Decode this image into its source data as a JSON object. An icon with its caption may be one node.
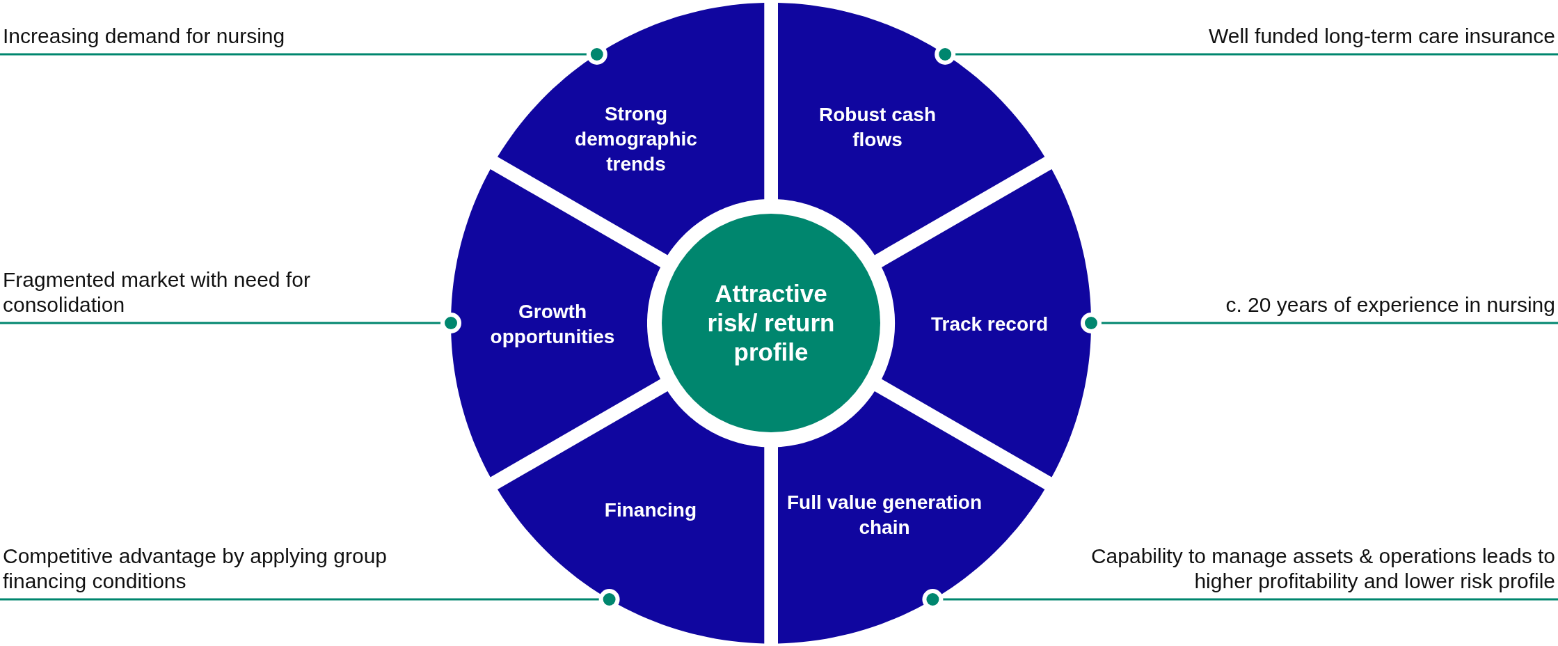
{
  "diagram": {
    "nodes": [
      {
        "text": [
          "Attractive risk/ return profile"
        ]
      },
      {
        "text": [
          "Strong demographic trends"
        ]
      },
      {
        "text": [
          "Robust cash flows"
        ]
      },
      {
        "text": [
          "Growth opportunities"
        ]
      },
      {
        "text": [
          "Track record"
        ]
      },
      {
        "text": [
          "Financing"
        ]
      },
      {
        "text": [
          "Full value generation chain"
        ]
      },
      {
        "text": [
          "Increasing demand for nursing"
        ]
      },
      {
        "text": [
          "Well funded long-term care insurance"
        ]
      },
      {
        "text": [
          "Fragmented market with need for consolidation"
        ]
      },
      {
        "text": [
          "c. 20 years of experience in nursing"
        ]
      },
      {
        "text": [
          "Competitive advantage by applying group financing conditions"
        ]
      },
      {
        "text": [
          "Capability to manage assets & operations leads to higher profitability and lower risk profile"
        ]
      }
    ],
    "edges": [
      {
        "from": 7,
        "to": 1,
        "arrow": "other"
      },
      {
        "from": 8,
        "to": 2,
        "arrow": "other"
      },
      {
        "from": 9,
        "to": 3,
        "arrow": "other"
      },
      {
        "from": 10,
        "to": 4,
        "arrow": "other"
      },
      {
        "from": 11,
        "to": 5,
        "arrow": "other"
      },
      {
        "from": 12,
        "to": 6,
        "arrow": "other"
      }
    ]
  }
}
